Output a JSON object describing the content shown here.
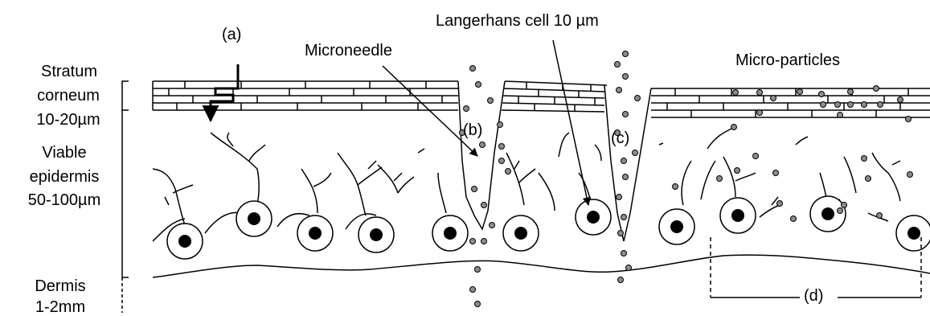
{
  "layers": {
    "stratum_corneum": [
      "Stratum",
      "corneum",
      "10-20µm"
    ],
    "viable_epidermis": [
      "Viable",
      "epidermis",
      "50-100µm"
    ],
    "dermis": [
      "Dermis",
      "1-2mm"
    ]
  },
  "labels": {
    "a": "(a)",
    "b": "(b)",
    "c": "(c)",
    "d": "(d)",
    "microneedle": "Microneedle",
    "langerhans": "Langerhans cell 10 µm",
    "microparticles": "Micro-particles"
  },
  "colors": {
    "line": "#000000",
    "particle_fill": "#8c8c8c",
    "nucleus": "#000000"
  }
}
